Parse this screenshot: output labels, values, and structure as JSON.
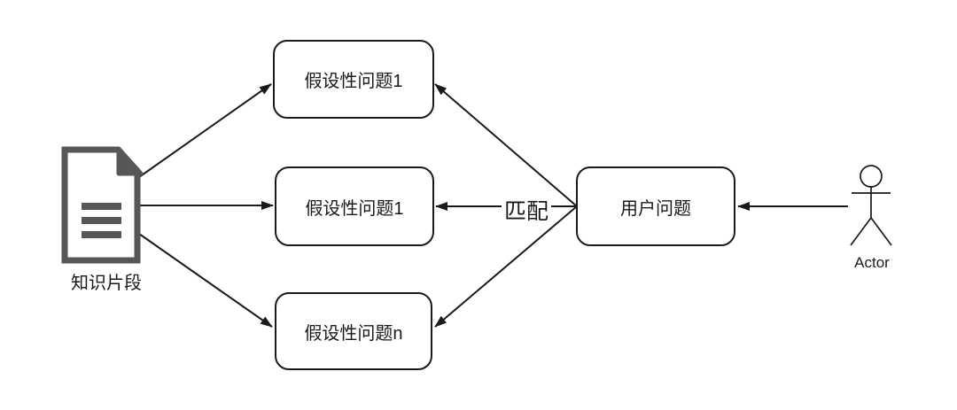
{
  "canvas": {
    "background": "#ffffff",
    "line_color": "#1a1a1a",
    "doc_icon_color": "#575757"
  },
  "nodes": {
    "knowledge_fragment": {
      "label": "知识片段",
      "icon": "document-icon"
    },
    "hypothetical_q1": {
      "label": "假设性问题1"
    },
    "hypothetical_q2": {
      "label": "假设性问题1"
    },
    "hypothetical_qn": {
      "label": "假设性问题n"
    },
    "user_question": {
      "label": "用户问题"
    },
    "actor": {
      "label": "Actor",
      "icon": "actor-stick-figure-icon"
    }
  },
  "edges": {
    "match_label": "匹配"
  }
}
